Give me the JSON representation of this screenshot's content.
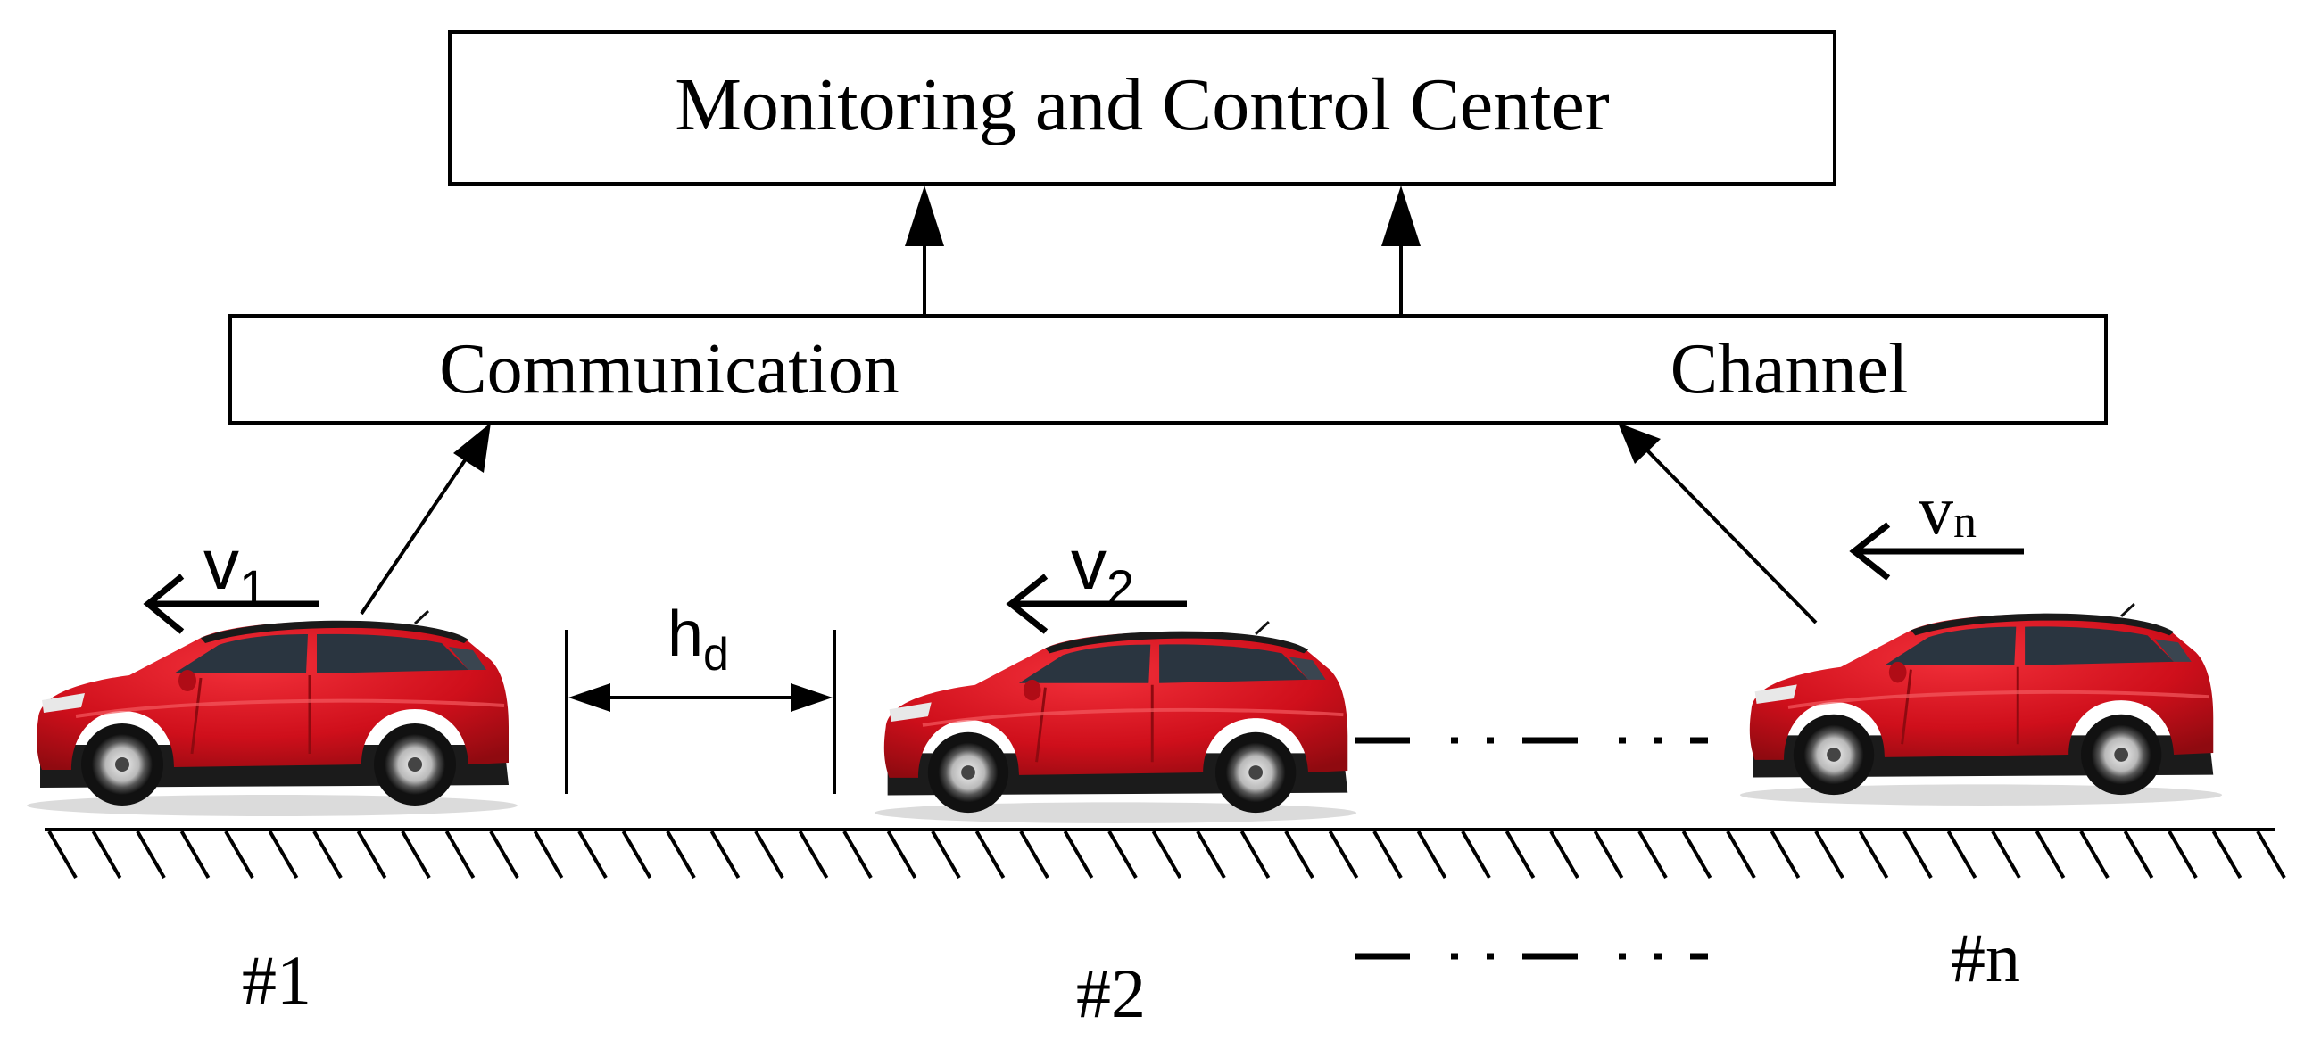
{
  "diagram": {
    "center_box": {
      "label": "Monitoring and Control Center"
    },
    "channel_box": {
      "left_label": "Communication",
      "right_label": "Channel"
    },
    "vehicles": [
      {
        "id": "#1",
        "speed_symbol": "v",
        "speed_subscript": "1"
      },
      {
        "id": "#2",
        "speed_symbol": "v",
        "speed_subscript": "2"
      },
      {
        "id": "#n",
        "speed_symbol": "v",
        "speed_subscript": "n"
      }
    ],
    "headway": {
      "symbol": "h",
      "subscript": "d"
    },
    "colors": {
      "car_body": "#d7101d",
      "car_shade": "#9c0a12",
      "window": "#2a3540",
      "line": "#000000"
    }
  }
}
